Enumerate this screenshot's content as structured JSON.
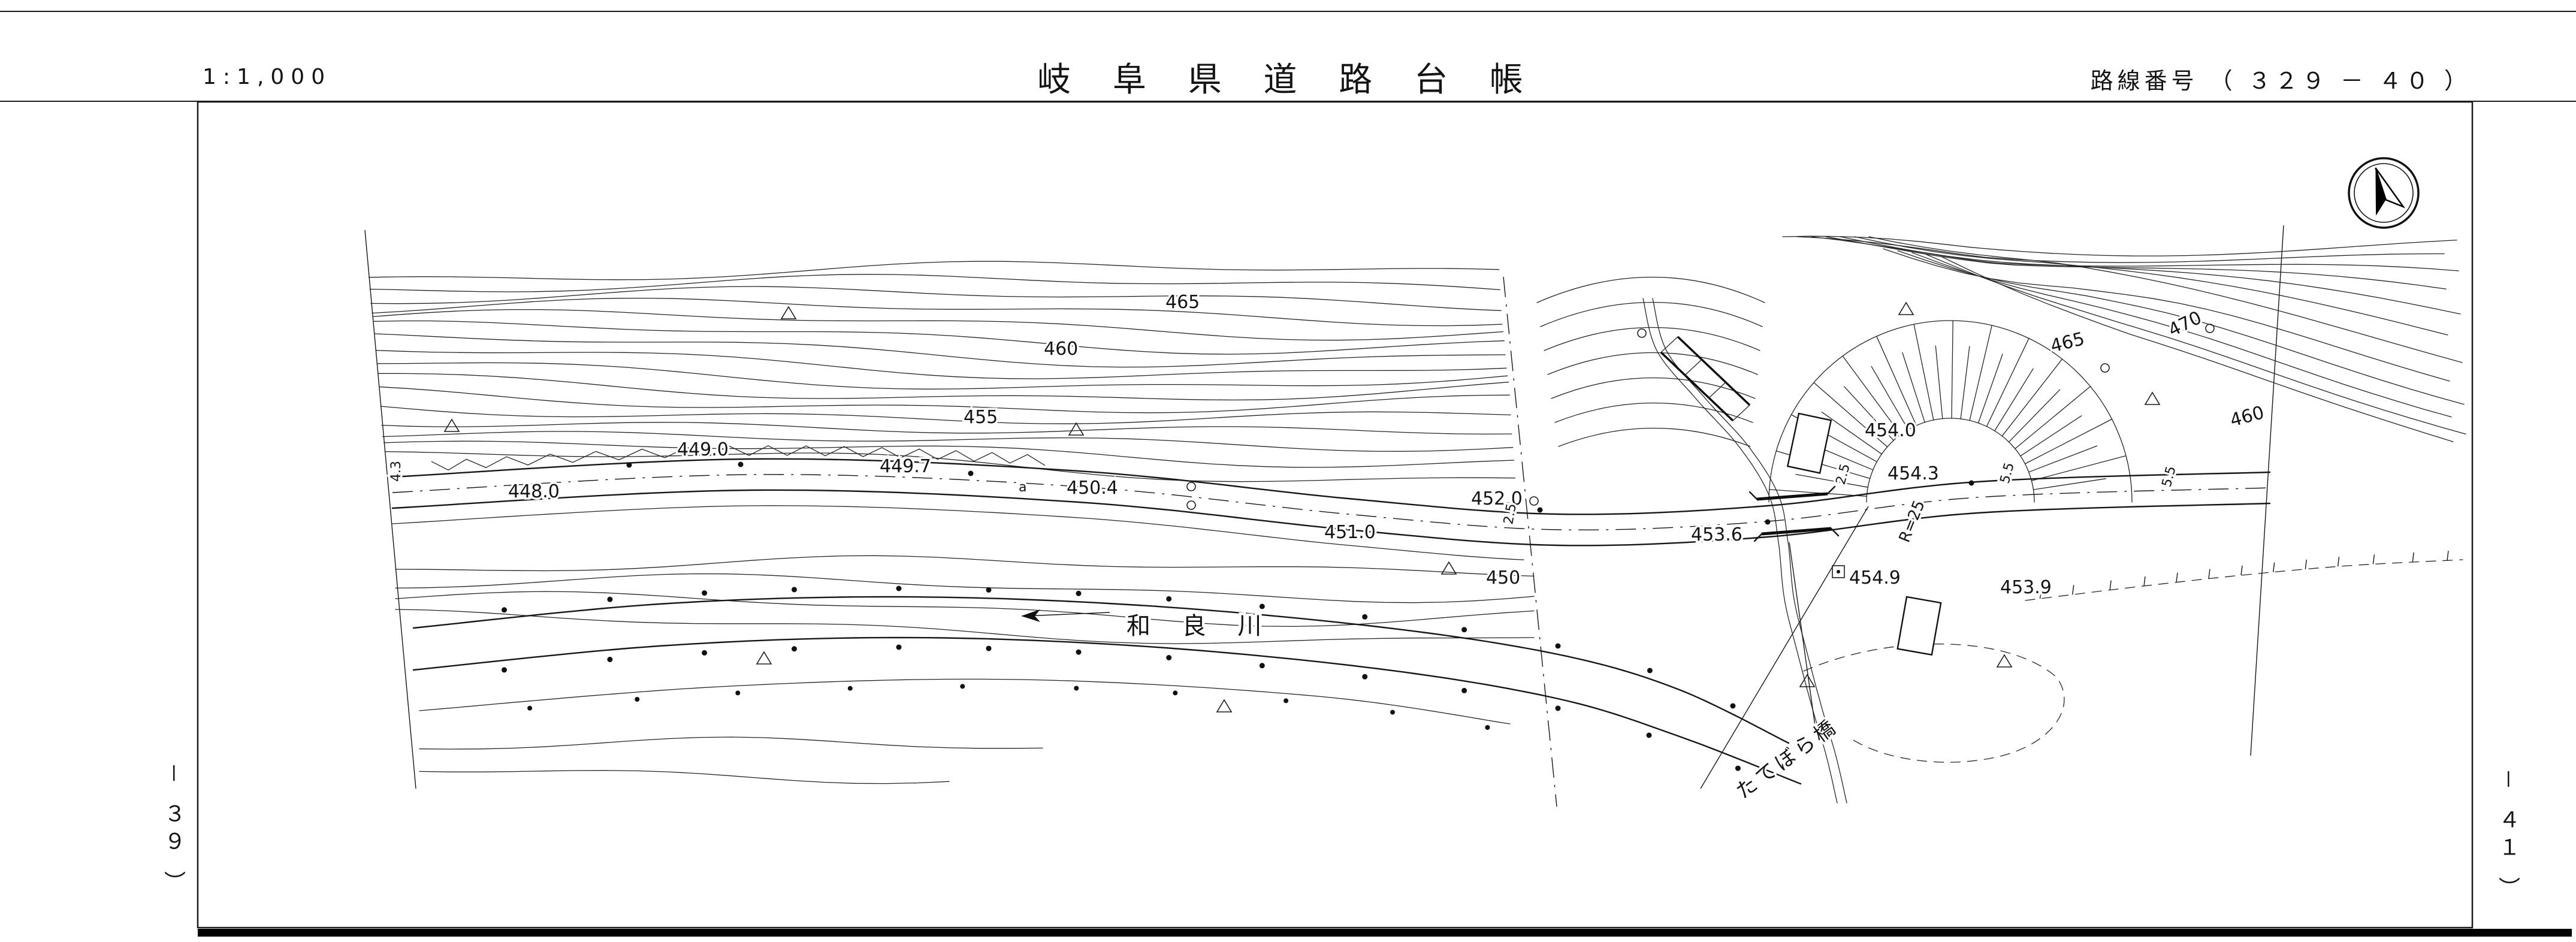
{
  "header": {
    "scale": "1:1,000",
    "title": "岐 阜 県 道 路 台 帳",
    "route_no": "路線番号 （ ３２９ － ４０ ）"
  },
  "margins": {
    "left_ref": "－ ３９ ）",
    "right_ref": "－ ４１ ）"
  },
  "map": {
    "river_name": "和 良 川",
    "bridge_name": "たてぼら橋",
    "curve_radius": "R=25",
    "contour_labels": [
      "465",
      "460",
      "455",
      "450",
      "465",
      "470",
      "460"
    ],
    "spot_elevations": [
      "449.0",
      "448.0",
      "449.7",
      "450.4",
      "452.0",
      "451.0",
      "453.6",
      "454.0",
      "454.3",
      "454.9",
      "453.9"
    ],
    "width_labels": [
      "4.3",
      "2.5",
      "5.5",
      "5.5",
      "2.5"
    ],
    "point_label": "a"
  },
  "icons": {
    "compass": "north-arrow"
  }
}
